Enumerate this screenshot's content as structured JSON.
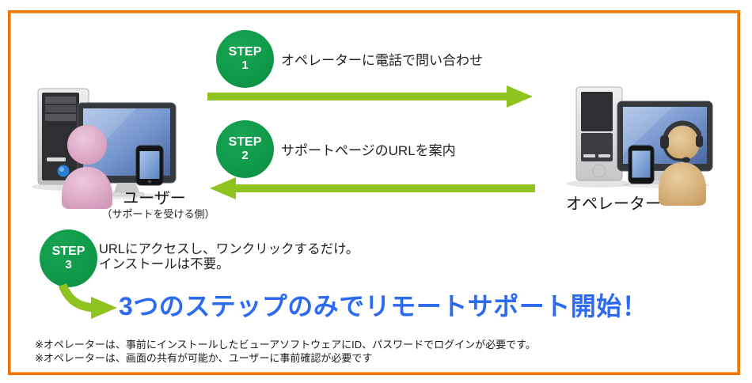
{
  "colors": {
    "border_orange": "#ed7700",
    "step_circle_green": "#0f9b4a",
    "arrow_green": "#8fc31f",
    "headline_blue": "#2c6bf0"
  },
  "steps": [
    {
      "badge_label": "STEP",
      "badge_number": "1",
      "description": "オペレーターに電話で問い合わせ"
    },
    {
      "badge_label": "STEP",
      "badge_number": "2",
      "description": "サポートページのURLを案内"
    },
    {
      "badge_label": "STEP",
      "badge_number": "3",
      "description_line1": "URLにアクセスし、ワンクリックするだけ。",
      "description_line2": "インストールは不要。"
    }
  ],
  "user": {
    "label": "ユーザー",
    "sublabel": "（サポートを受ける側）"
  },
  "operator": {
    "label": "オペレーター"
  },
  "headline": "3つのステップのみでリモートサポート開始！",
  "notes": [
    "※オペレーターは、事前にインストールしたビューアソフトウェアにID、パスワードでログインが必要です。",
    "※オペレーターは、画面の共有が可能か、ユーザーに事前確認が必要です"
  ]
}
